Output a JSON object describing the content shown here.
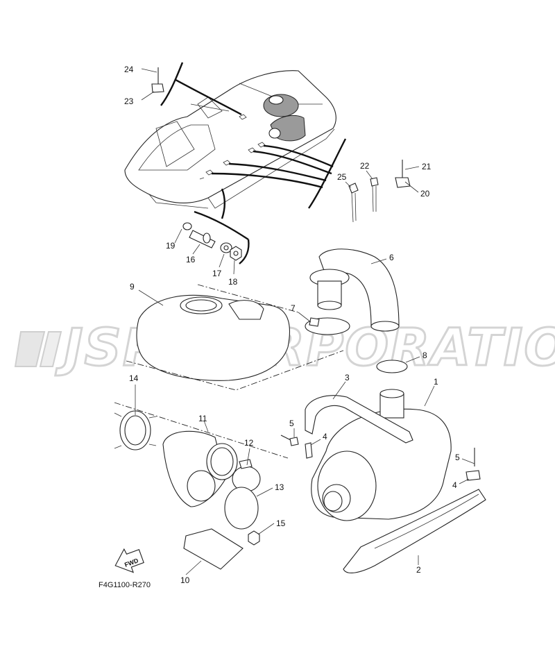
{
  "figure_code": "F4G1100-R270",
  "watermark": "JSP CORPORATION",
  "fwd_label": "FWD",
  "callouts": [
    {
      "id": "1",
      "label": "1"
    },
    {
      "id": "2",
      "label": "2"
    },
    {
      "id": "3",
      "label": "3"
    },
    {
      "id": "4a",
      "label": "4"
    },
    {
      "id": "4b",
      "label": "4"
    },
    {
      "id": "5a",
      "label": "5"
    },
    {
      "id": "5b",
      "label": "5"
    },
    {
      "id": "6",
      "label": "6"
    },
    {
      "id": "7",
      "label": "7"
    },
    {
      "id": "8",
      "label": "8"
    },
    {
      "id": "9",
      "label": "9"
    },
    {
      "id": "10",
      "label": "10"
    },
    {
      "id": "11",
      "label": "11"
    },
    {
      "id": "12",
      "label": "12"
    },
    {
      "id": "13",
      "label": "13"
    },
    {
      "id": "14",
      "label": "14"
    },
    {
      "id": "15",
      "label": "15"
    },
    {
      "id": "16",
      "label": "16"
    },
    {
      "id": "17",
      "label": "17"
    },
    {
      "id": "18",
      "label": "18"
    },
    {
      "id": "19",
      "label": "19"
    },
    {
      "id": "20",
      "label": "20"
    },
    {
      "id": "21",
      "label": "21"
    },
    {
      "id": "22",
      "label": "22"
    },
    {
      "id": "23",
      "label": "23"
    },
    {
      "id": "24",
      "label": "24"
    },
    {
      "id": "25",
      "label": "25"
    }
  ]
}
